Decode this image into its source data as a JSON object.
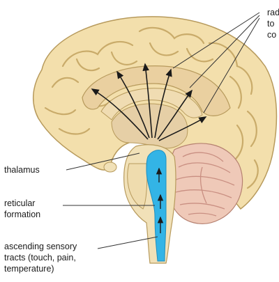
{
  "labels": {
    "radiations": [
      "rad",
      "to",
      "co"
    ],
    "thalamus": "thalamus",
    "reticular": [
      "reticular",
      "formation"
    ],
    "ascending": [
      "ascending sensory",
      "tracts (touch, pain,",
      "temperature)"
    ]
  },
  "colors": {
    "cortex": "#f3dfac",
    "cortex_stroke": "#b79a5c",
    "sulcus": "#c9ab6a",
    "inner": "#ead0a0",
    "thalamus_fill": "#e6cfa6",
    "cerebellum": "#efc9b8",
    "cerebellum_folia": "#c98f82",
    "brainstem": "#f1e1b8",
    "pathway": "#33b4e6",
    "arrow": "#1a1a1a",
    "leader": "#333333"
  }
}
